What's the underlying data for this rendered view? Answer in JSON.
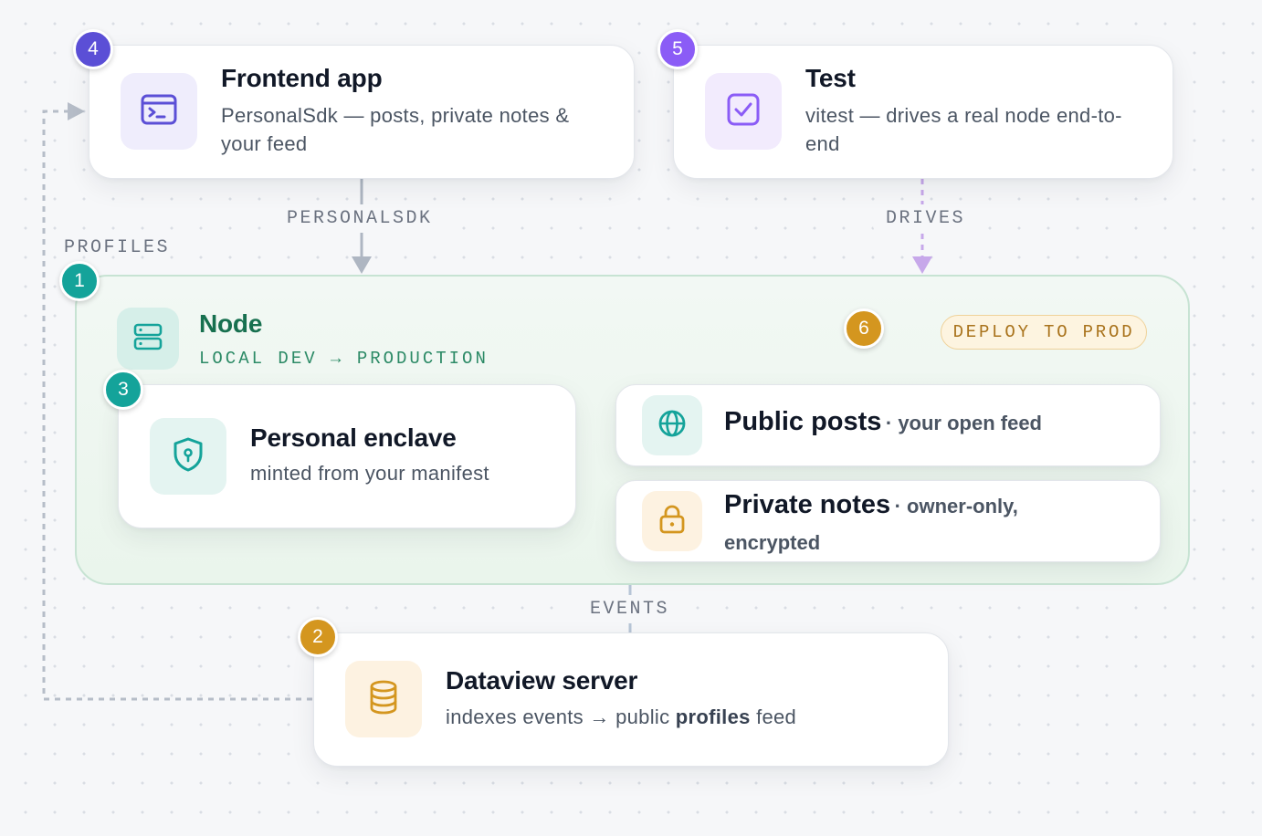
{
  "nodes": {
    "frontend": {
      "badge": "4",
      "title": "Frontend app",
      "desc": "PersonalSdk — posts, private notes & your feed",
      "icon": "terminal-window-icon"
    },
    "test": {
      "badge": "5",
      "title": "Test",
      "desc": "vitest — drives a real node end-to-end",
      "icon": "checkbox-icon"
    },
    "node": {
      "badge": "1",
      "title": "Node",
      "subtitle": "LOCAL DEV → PRODUCTION",
      "icon": "server-icon"
    },
    "deploy": {
      "badge": "6",
      "label": "DEPLOY TO PROD"
    },
    "enclave": {
      "badge": "3",
      "title": "Personal enclave",
      "desc": "minted from your manifest",
      "icon": "shield-keyhole-icon"
    },
    "public_posts": {
      "title": "Public posts",
      "tag": "· your open feed",
      "icon": "globe-icon"
    },
    "private_notes": {
      "title": "Private notes",
      "tag": "· owner-only, encrypted",
      "icon": "lock-icon"
    },
    "dataview": {
      "badge": "2",
      "title": "Dataview server",
      "desc_pre": "indexes events → public ",
      "desc_bold": "profiles",
      "desc_post": " feed",
      "icon": "database-icon"
    }
  },
  "edges": {
    "personalsdk": "PERSONALSDK",
    "drives": "DRIVES",
    "profiles": "PROFILES",
    "events": "EVENTS"
  },
  "colors": {
    "purple": "#5b4fd6",
    "violet": "#8b5cf6",
    "teal": "#14a39a",
    "gold": "#d4961f",
    "node_green": "#17704f"
  }
}
